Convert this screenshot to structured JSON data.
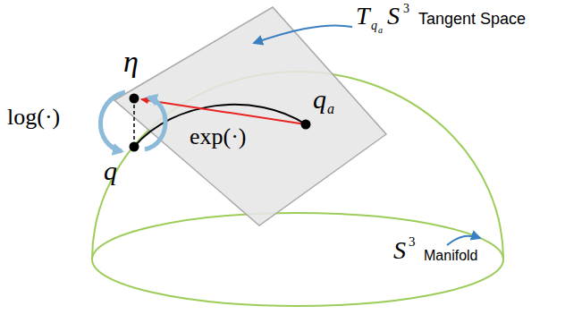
{
  "diagram": {
    "labels": [
      "T",
      "q",
      "a",
      "S",
      "3",
      "Tangent Space",
      "η",
      "log(·)",
      "exp(·)",
      "q",
      "q",
      "a",
      "S",
      "3",
      "Manifold"
    ]
  }
}
